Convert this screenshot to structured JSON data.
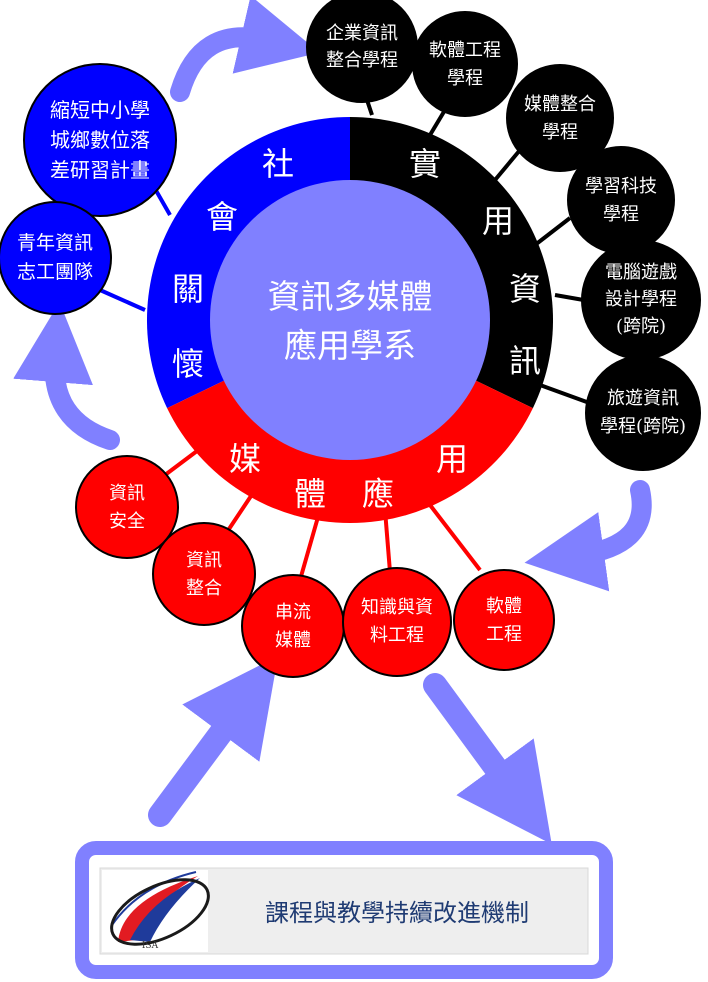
{
  "colors": {
    "social": "#0000ff",
    "practical": "#000000",
    "media": "#ff0000",
    "center": "#8080ff",
    "arrow": "#8080ff",
    "footer_border": "#8080ff",
    "footer_bg": "#eeeeee",
    "footer_text": "#1f3b73"
  },
  "center": {
    "line1": "資訊多媒體",
    "line2": "應用學系"
  },
  "ring": {
    "social": [
      "社",
      "會",
      "關",
      "懷"
    ],
    "practical": [
      "實",
      "用",
      "資",
      "訊"
    ],
    "media": [
      "媒",
      "體",
      "應",
      "用"
    ]
  },
  "programs": {
    "social": [
      {
        "line1": "縮短中小學",
        "line2": "城鄉數位落",
        "line3": "差研習計畫"
      },
      {
        "line1": "青年資訊",
        "line2": "志工團隊"
      }
    ],
    "practical": [
      {
        "line1": "企業資訊",
        "line2": "整合學程"
      },
      {
        "line1": "軟體工程",
        "line2": "學程"
      },
      {
        "line1": "媒體整合",
        "line2": "學程"
      },
      {
        "line1": "學習科技",
        "line2": "學程"
      },
      {
        "line1": "電腦遊戲",
        "line2": "設計學程",
        "line3": "(跨院)"
      },
      {
        "line1": "旅遊資訊",
        "line2": "學程(跨院)"
      }
    ],
    "media": [
      {
        "line1": "資訊",
        "line2": "安全"
      },
      {
        "line1": "資訊",
        "line2": "整合"
      },
      {
        "line1": "串流",
        "line2": "媒體"
      },
      {
        "line1": "知識與資",
        "line2": "料工程"
      },
      {
        "line1": "軟體",
        "line2": "工程"
      }
    ]
  },
  "footer": {
    "title": "課程與教學持續改進機制",
    "logo_text": "ISA",
    "logo_icon": "isa-swoosh-logo"
  }
}
